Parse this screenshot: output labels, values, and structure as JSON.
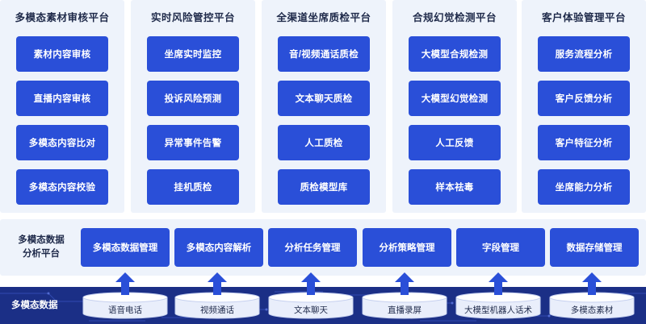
{
  "platforms": [
    {
      "title": "多模态素材审核平台",
      "items": [
        "素材内容审核",
        "直播内容审核",
        "多模态内容比对",
        "多模态内容校验"
      ]
    },
    {
      "title": "实时风险管控平台",
      "items": [
        "坐席实时监控",
        "投诉风险预测",
        "异常事件告警",
        "挂机质检"
      ]
    },
    {
      "title": "全渠道坐席质检平台",
      "items": [
        "音/视频通话质检",
        "文本聊天质检",
        "人工质检",
        "质检模型库"
      ]
    },
    {
      "title": "合规幻觉检测平台",
      "items": [
        "大模型合规检测",
        "大模型幻觉检测",
        "人工反馈",
        "样本祛毒"
      ]
    },
    {
      "title": "客户体验管理平台",
      "items": [
        "服务流程分析",
        "客户反馈分析",
        "客户特征分析",
        "坐席能力分析"
      ]
    }
  ],
  "analysis_platform": {
    "label_line1": "多模态数据",
    "label_line2": "分析平台",
    "modules": [
      "多模态数据管理",
      "多模态内容解析",
      "分析任务管理",
      "分析策略管理",
      "字段管理",
      "数据存储管理"
    ]
  },
  "data_layer": {
    "label": "多模态数据",
    "sources": [
      "语音电话",
      "视频通话",
      "文本聊天",
      "直播录屏",
      "大模型机器人话术",
      "多模态素材"
    ]
  },
  "colors": {
    "panel_bg": "#eef3fb",
    "button_blue": "#2a4fd8",
    "base_navy": "#1b2f86",
    "title_text": "#1f2a4a"
  }
}
